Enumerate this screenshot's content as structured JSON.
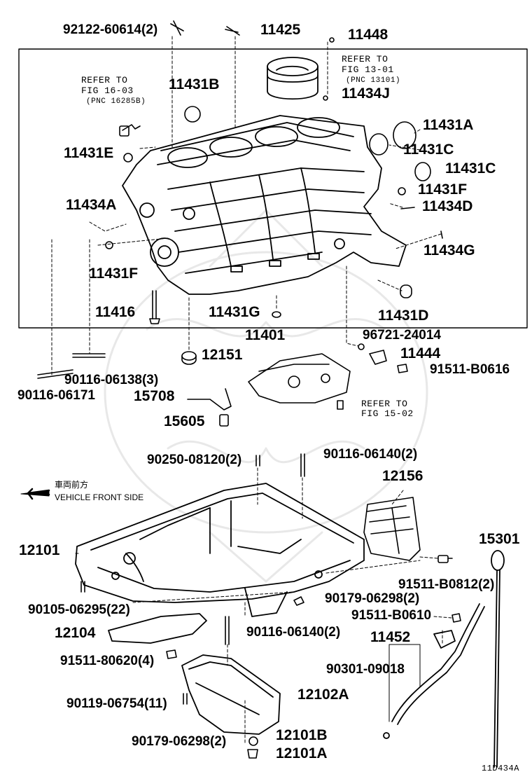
{
  "figure_code": "11D434A",
  "notes": {
    "refer_16_03": [
      "REFER TO",
      "FIG 16-03",
      "(PNC 16285B)"
    ],
    "refer_13_01": [
      "REFER TO",
      "FIG 13-01",
      "(PNC 13101)"
    ],
    "refer_15_02": [
      "REFER TO",
      "FIG 15-02"
    ],
    "vehicle_front_jp": "車両前方",
    "vehicle_front_en": "VEHICLE FRONT SIDE"
  },
  "labels": {
    "p92122": "92122-60614(2)",
    "p11425": "11425",
    "p11448": "11448",
    "p11431B": "11431B",
    "p11434J": "11434J",
    "p11431A": "11431A",
    "p11431C_1": "11431C",
    "p11431C_2": "11431C",
    "p11431E": "11431E",
    "p11431F_1": "11431F",
    "p11434D": "11434D",
    "p11434A": "11434A",
    "p11434G": "11434G",
    "p11431F_2": "11431F",
    "p11416": "11416",
    "p11431G": "11431G",
    "p11431D": "11431D",
    "p11401": "11401",
    "p96721": "96721-24014",
    "p12151": "12151",
    "p11444": "11444",
    "p91511_B0616": "91511-B0616",
    "p90116_06138": "90116-06138(3)",
    "p90116_06171": "90116-06171",
    "p15708": "15708",
    "p15605": "15605",
    "p90250": "90250-08120(2)",
    "p90116_06140a": "90116-06140(2)",
    "p12156": "12156",
    "p12101": "12101",
    "p15301": "15301",
    "p91511_B0812": "91511-B0812(2)",
    "p90105": "90105-06295(22)",
    "p90179_a": "90179-06298(2)",
    "p91511_B0610": "91511-B0610",
    "p12104": "12104",
    "p90116_06140b": "90116-06140(2)",
    "p11452": "11452",
    "p91511_80620": "91511-80620(4)",
    "p90301": "90301-09018",
    "p12102A": "12102A",
    "p90119": "90119-06754(11)",
    "p90179_b": "90179-06298(2)",
    "p12101B": "12101B",
    "p12101A": "12101A"
  }
}
